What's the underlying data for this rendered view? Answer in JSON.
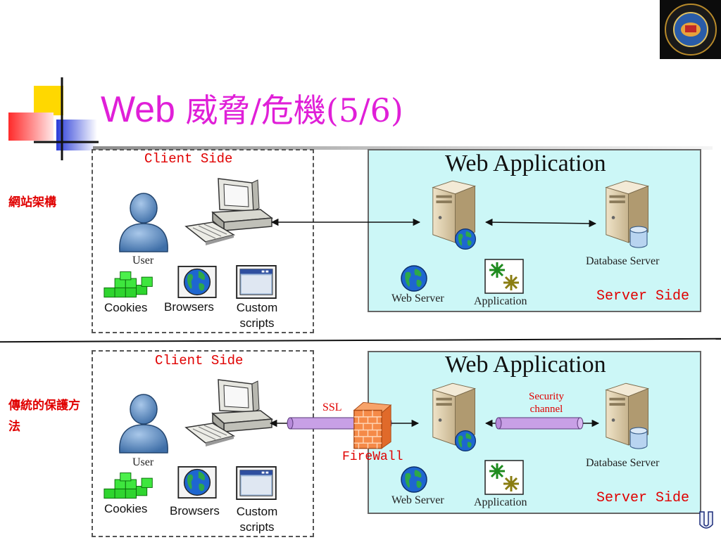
{
  "title": {
    "latin": "Web",
    "cjk": "威脅/危機(5/6)"
  },
  "sections": [
    {
      "side_label": "網站架構",
      "client_side_label": "Client Side",
      "user_label": "User",
      "client_items": [
        "Cookies",
        "Browsers",
        "Custom scripts"
      ],
      "web_app_title": "Web Application",
      "web_server_label": "Web Server",
      "application_label": "Application",
      "database_server_label": "Database Server",
      "server_side_label": "Server Side"
    },
    {
      "side_label": "傳統的保護方法",
      "client_side_label": "Client Side",
      "user_label": "User",
      "client_items": [
        "Cookies",
        "Browsers",
        "Custom scripts"
      ],
      "ssl_label": "SSL",
      "firewall_label": "FireWall",
      "security_channel_label": "Security channel",
      "web_app_title": "Web Application",
      "web_server_label": "Web Server",
      "application_label": "Application",
      "database_server_label": "Database Server",
      "server_side_label": "Server Side"
    }
  ],
  "colors": {
    "title": "#e01fd8",
    "accent_red": "#e00000",
    "web_app_bg": "#ccf7f7",
    "pipe": "#c8a0e6"
  }
}
